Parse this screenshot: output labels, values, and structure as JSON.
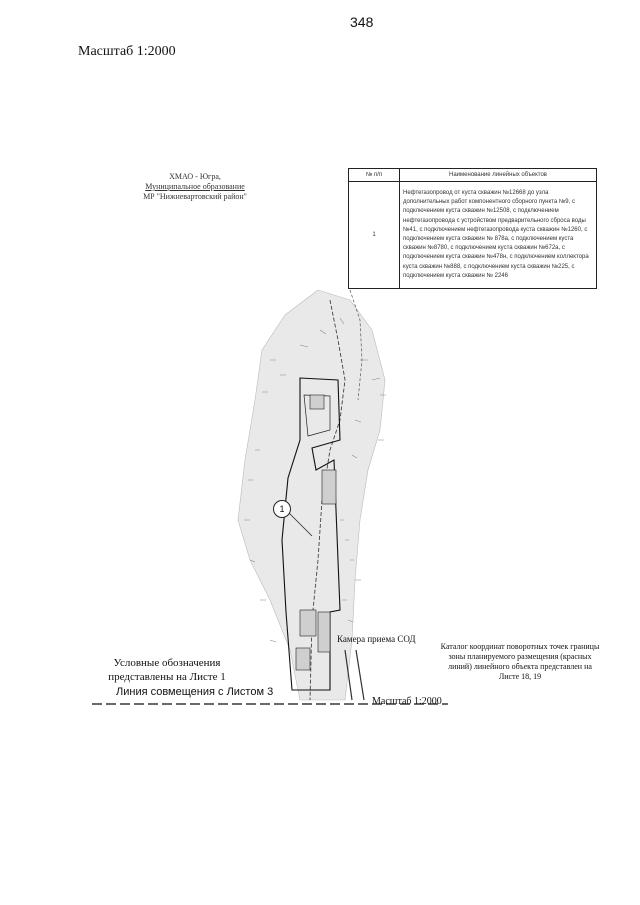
{
  "page_number": "348",
  "scale_top": "Масштаб 1:2000",
  "owner_lines": [
    "ХМАО - Югра,",
    "Муниципальное образование",
    "МР \"Нижневартовский район\""
  ],
  "table": {
    "headers": [
      "№ п/п",
      "Наименование линейных объектов"
    ],
    "rows": [
      {
        "num": "1",
        "desc": "Нефтегазопровод от куста скважин №12668 до узла дополнительных работ компонентного сборного пункта №9, с подключением куста скважин №12508, с подключением нефтегазопровода с устройством предварительного сброса воды №41, с подключением нефтегазопровода куста скважин №1260, с подключением куста скважин № 878а, с подключением куста скважин №8780, с подключением куста скважин №672а, с подключением куста скважин №478н, с подключением коллектора куста скважин №888, с подключением куста скважин №225, с подключением куста скважин № 2246"
      }
    ]
  },
  "map": {
    "callout_number": "1",
    "sample_label": "Камера приема СОД"
  },
  "legend_note": "Условные обозначения представлены на Листе 1",
  "combination_line": "Линия совмещения с Листом 3",
  "catalog_note": "Каталог координат поворотных точек границы зоны планируемого размещения (красных линий) линейного объекта представлен на Листе 18, 19",
  "scale_bottom": "Масштаб 1:2000"
}
